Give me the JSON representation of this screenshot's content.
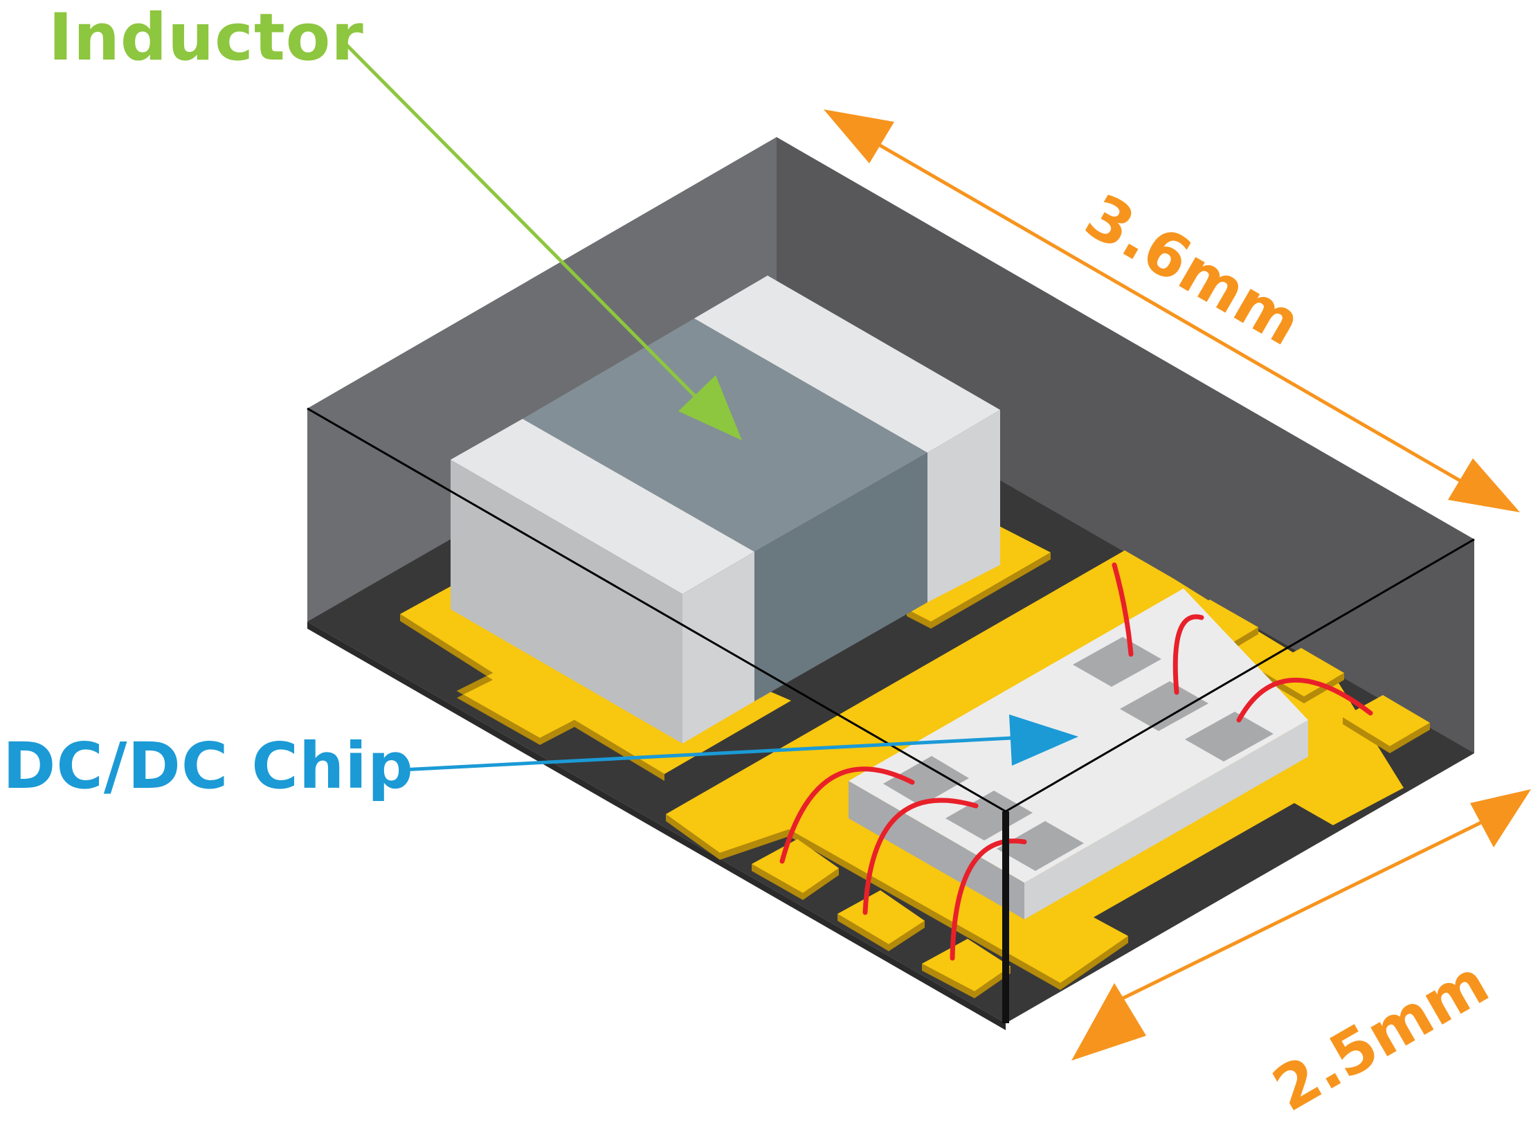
{
  "labels": {
    "inductor": "Inductor",
    "dcdc_chip": "DC/DC Chip",
    "length": "3.6mm",
    "width": "2.5mm"
  },
  "colors": {
    "inductor_label": "#8dc63f",
    "chip_label": "#1b9ad6",
    "dimension": "#f7941d",
    "pad": "#f8c70f",
    "pad_edge": "#b48a0a",
    "substrate": "#383838",
    "mold_back": "#6d6e71",
    "mold_side": "#58585a",
    "inductor_cap": "#e6e7e8",
    "inductor_body_top": "#828f96",
    "inductor_body_side": "#6a7880",
    "chip_top": "#ececed",
    "chip_side": "#a7a9ac",
    "die_pad": "#a8a9ab",
    "bond_wire": "#e8202a"
  }
}
